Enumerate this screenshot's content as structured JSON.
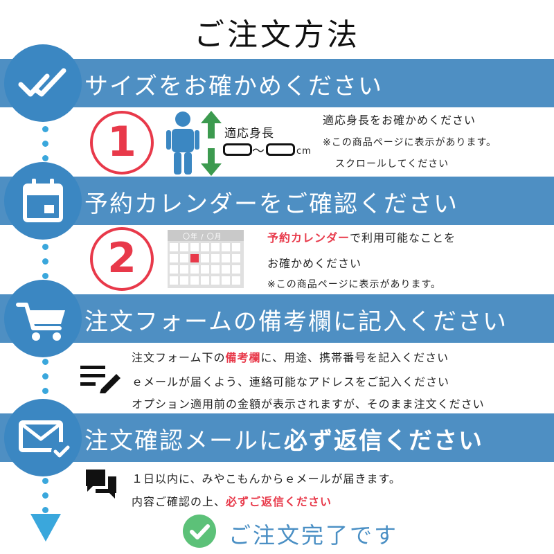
{
  "title": "ご注文方法",
  "steps": [
    {
      "heading": "サイズをお確かめください",
      "number": "1",
      "height_label": "適応身長",
      "unit": "cm",
      "tilde": "〜",
      "lines": [
        "適応身長をお確かめください",
        "※この商品ページに表示があります。",
        "スクロールしてください"
      ]
    },
    {
      "heading": "予約カレンダーをご確認ください",
      "number": "2",
      "calendar_label": "〇年 / 〇月",
      "line1_red": "予約カレンダー",
      "line1_rest": "で利用可能なことを",
      "line2": "お確かめください",
      "line3": "※この商品ページに表示があります。"
    },
    {
      "heading": "注文フォームの備考欄に記入ください",
      "line1_a": "注文フォーム下の",
      "line1_red": "備考欄",
      "line1_b": "に、用途、携帯番号を記入ください",
      "line2": "ｅメールが届くよう、連絡可能なアドレスをご記入ください",
      "line3": "オプション適用前の金額が表示されますが、そのまま注文ください"
    },
    {
      "heading_a": "注文確認メールに",
      "heading_b": "必ず返信ください",
      "line1": "１日以内に、みやこもんからｅメールが届きます。",
      "line2_a": "内容ご確認の上、",
      "line2_red": "必ずご返信ください"
    }
  ],
  "done": "ご注文完了です",
  "colors": {
    "band": "#4e8fc3",
    "circle": "#3b87c2",
    "accent_red": "#e8394a",
    "dot": "#3aa7dc",
    "check_green": "#5cc178"
  },
  "icons": [
    "double-check-icon",
    "calendar-icon",
    "shopping-cart-icon",
    "mail-check-icon",
    "person-icon",
    "arrow-updown-icon",
    "edit-list-icon",
    "chat-icon",
    "arrow-down-icon",
    "check-circle-icon"
  ]
}
